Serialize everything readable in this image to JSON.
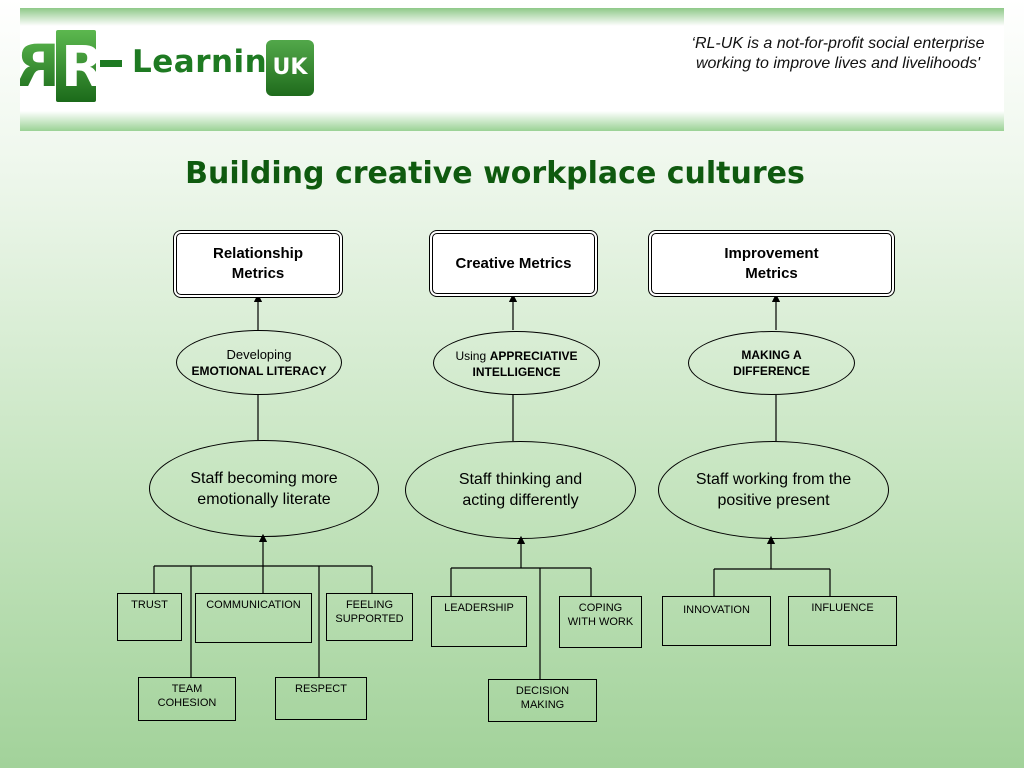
{
  "header": {
    "logo": {
      "text": "Learning",
      "badge": "UK"
    },
    "tagline": "‘RL-UK is a not-for-profit social enterprise working to improve lives and livelihoods'"
  },
  "title": "Building creative workplace cultures",
  "colors": {
    "title": "#0f5a0f",
    "logo_green": "#1e7a22",
    "band": "#9bd295"
  },
  "columns": [
    {
      "metric": "Relationship Metrics",
      "oval_line1": "Developing",
      "oval_line2": "EMOTIONAL LITERACY",
      "outcome": "Staff becoming more emotionally literate",
      "items": [
        "TRUST",
        "COMMUNICATION",
        "FEELING SUPPORTED",
        "TEAM COHESION",
        "RESPECT"
      ]
    },
    {
      "metric": "Creative Metrics",
      "oval_line1": "Using",
      "oval_line2": "APPRECIATIVE INTELLIGENCE",
      "outcome": "Staff thinking and acting differently",
      "items": [
        "LEADERSHIP",
        "COPING WITH WORK",
        "DECISION MAKING"
      ]
    },
    {
      "metric": "Improvement Metrics",
      "oval_line1": "",
      "oval_line2": "MAKING A DIFFERENCE",
      "outcome": "Staff working from the positive present",
      "items": [
        "INNOVATION",
        "INFLUENCE"
      ]
    }
  ]
}
